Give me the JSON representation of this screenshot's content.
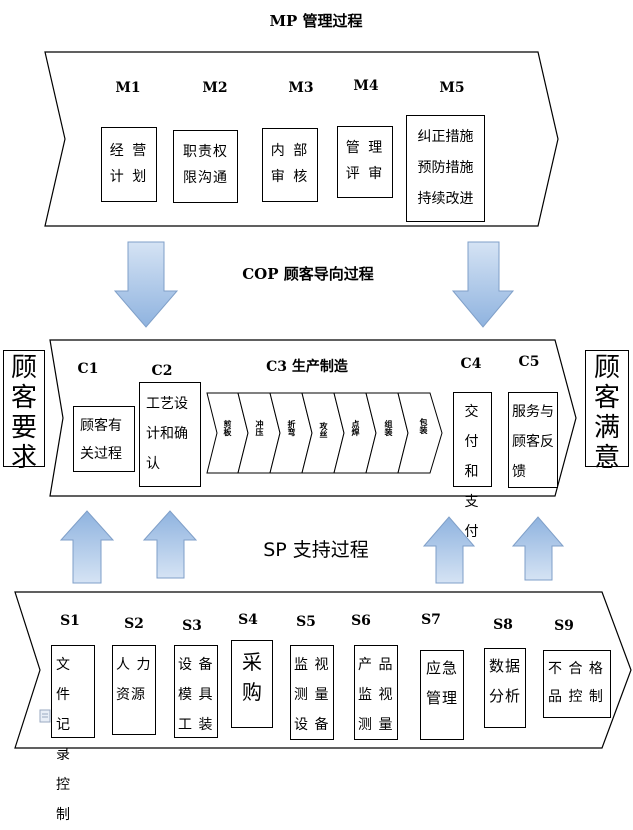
{
  "mp": {
    "title": "MP 管理过程",
    "items": [
      {
        "code": "M1",
        "text": "经 营 计 划"
      },
      {
        "code": "M2",
        "text": "职责权限沟通"
      },
      {
        "code": "M3",
        "text": "内 部 审 核"
      },
      {
        "code": "M4",
        "text": "管 理 评 审"
      },
      {
        "code": "M5",
        "text": "纠正措施预防措施持续改进"
      }
    ]
  },
  "cop": {
    "title": "COP 顾客导向过程",
    "left_label": "顾客要求",
    "right_label": "顾客满意",
    "c1": {
      "code": "C1",
      "text": "顾客有关过程"
    },
    "c2": {
      "code": "C2",
      "text": "工艺设计和确认"
    },
    "c3": {
      "code": "C3 生产制造",
      "steps": [
        "剪板",
        "冲压",
        "折弯",
        "攻丝",
        "点焊",
        "组装",
        "包装"
      ]
    },
    "c4": {
      "code": "C4",
      "text": "交付和支付"
    },
    "c5": {
      "code": "C5",
      "text": "服务与顾客反馈"
    }
  },
  "sp": {
    "title": "SP 支持过程",
    "items": [
      {
        "code": "S1",
        "text": "文 件 记 录 控 制"
      },
      {
        "code": "S2",
        "text": "人 力 资源"
      },
      {
        "code": "S3",
        "text": "设 备 模 具 工 装"
      },
      {
        "code": "S4",
        "text": "采购"
      },
      {
        "code": "S5",
        "text": "监 视 测 量 设 备"
      },
      {
        "code": "S6",
        "text": "产 品 监 视 测 量"
      },
      {
        "code": "S7",
        "text": "应急管理"
      },
      {
        "code": "S8",
        "text": "数据分析"
      },
      {
        "code": "S9",
        "text": "不 合 格 品 控 制"
      }
    ]
  },
  "colors": {
    "arrow_fill_top": "#c6d9f1",
    "arrow_fill_bottom": "#8eb4e3",
    "arrow_stroke": "#7f9fc8"
  }
}
